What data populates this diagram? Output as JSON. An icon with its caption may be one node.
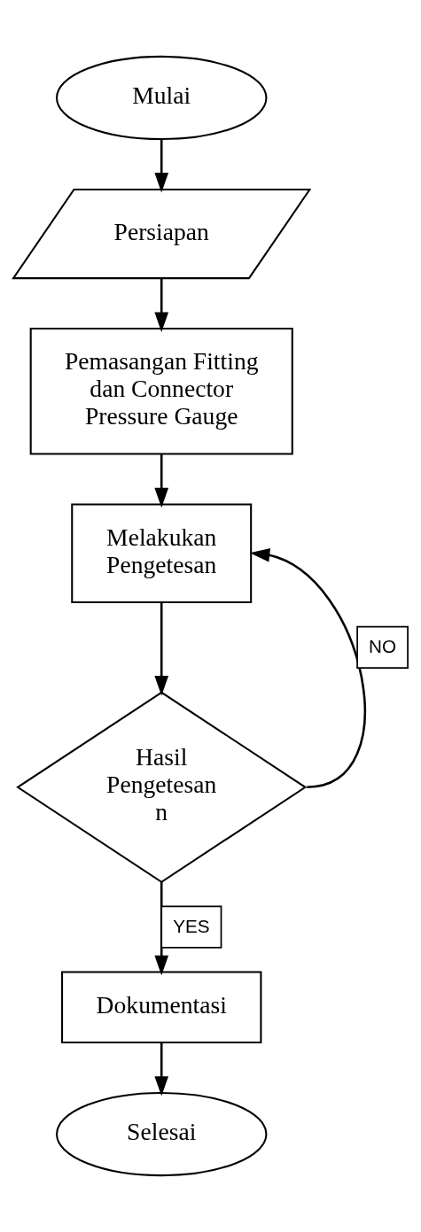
{
  "diagram": {
    "nodes": [
      {
        "text": [
          "Mulai"
        ]
      },
      {
        "text": [
          "Persiapan"
        ]
      },
      {
        "text": [
          "Pemasangan Fitting dan Connector Pressure Gauge"
        ]
      },
      {
        "text": [
          "Melakukan Pengetesan"
        ]
      },
      {
        "text": [
          "Hasil Pengetesan n"
        ]
      },
      {
        "text": [
          "Dokumentasi"
        ]
      },
      {
        "text": [
          "Selesai"
        ]
      }
    ],
    "edges": [
      {
        "from": 0,
        "to": 1,
        "arrow": "to"
      },
      {
        "from": 1,
        "to": 2,
        "arrow": "to"
      },
      {
        "from": 2,
        "to": 3,
        "arrow": "to"
      },
      {
        "from": 3,
        "to": 4,
        "arrow": "to"
      },
      {
        "from": 4,
        "to": 3,
        "arrow": "to",
        "label": "NO"
      },
      {
        "from": 4,
        "to": 5,
        "arrow": "to",
        "label": "YES"
      },
      {
        "from": 5,
        "to": 6,
        "arrow": "to"
      }
    ]
  }
}
